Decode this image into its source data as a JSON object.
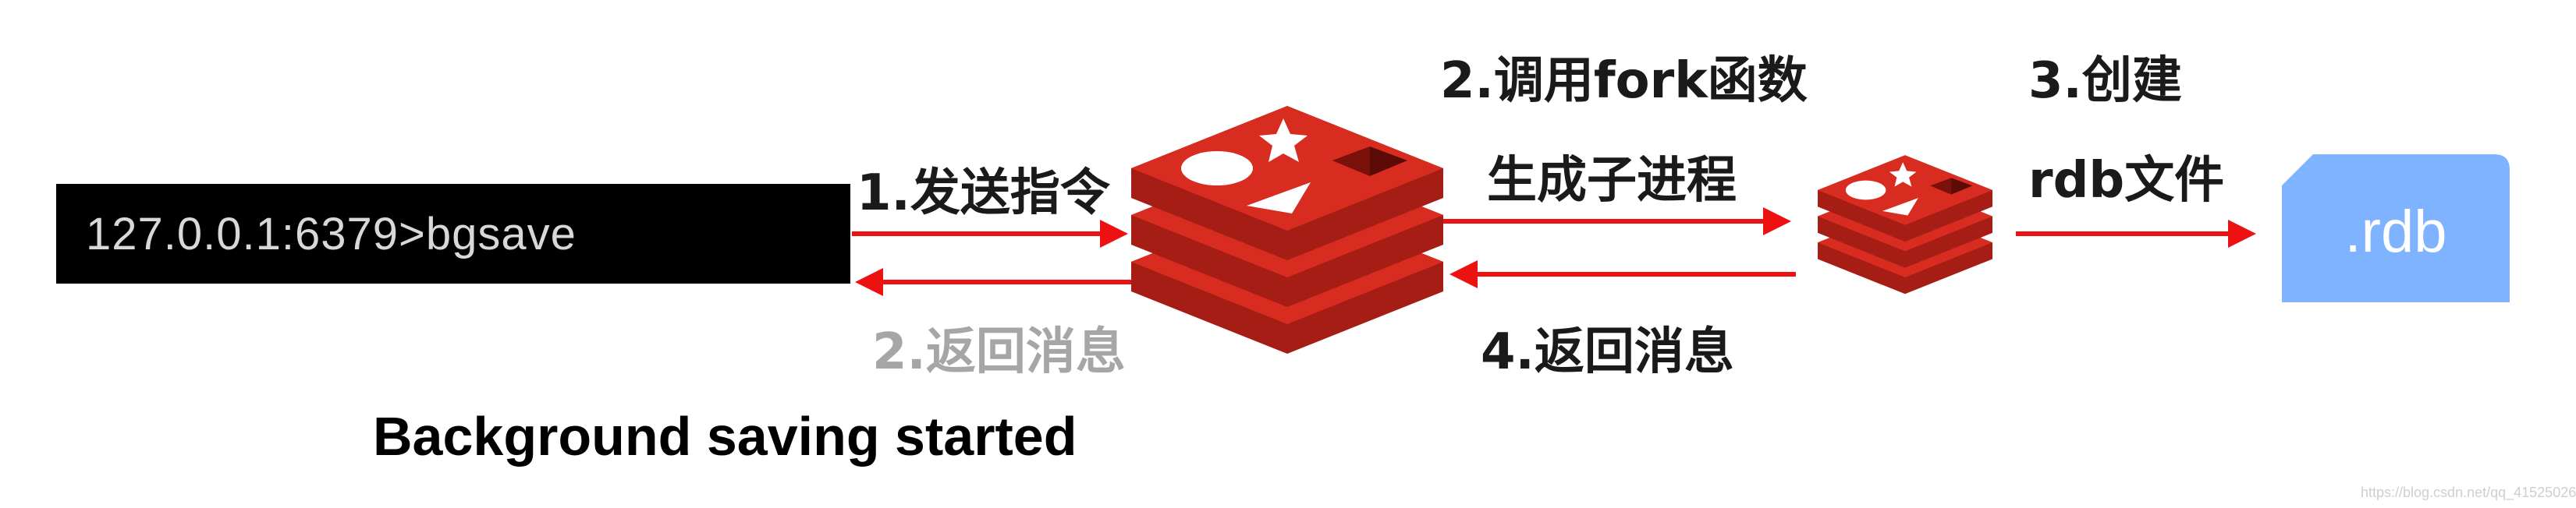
{
  "terminal": {
    "command": "127.0.0.1:6379>bgsave"
  },
  "steps": {
    "send_command": "1.发送指令",
    "return_message_client": "2.返回消息",
    "call_fork": "2.调用fork函数",
    "create_child": "生成子进程",
    "return_message_child": "4.返回消息",
    "create_rdb_line1": "3.创建",
    "create_rdb_line2": "rdb文件"
  },
  "output": {
    "status_text": "Background saving started"
  },
  "file": {
    "label": ".rdb"
  },
  "watermark": {
    "text": "https://blog.csdn.net/qq_41525026"
  },
  "colors": {
    "arrow": "#ee1111",
    "redis_red": "#d82c20",
    "file_blue": "#7fb2ff",
    "muted_label": "#a6a6a6"
  },
  "icons": [
    "redis-server-icon",
    "redis-child-process-icon",
    "rdb-file-icon"
  ]
}
